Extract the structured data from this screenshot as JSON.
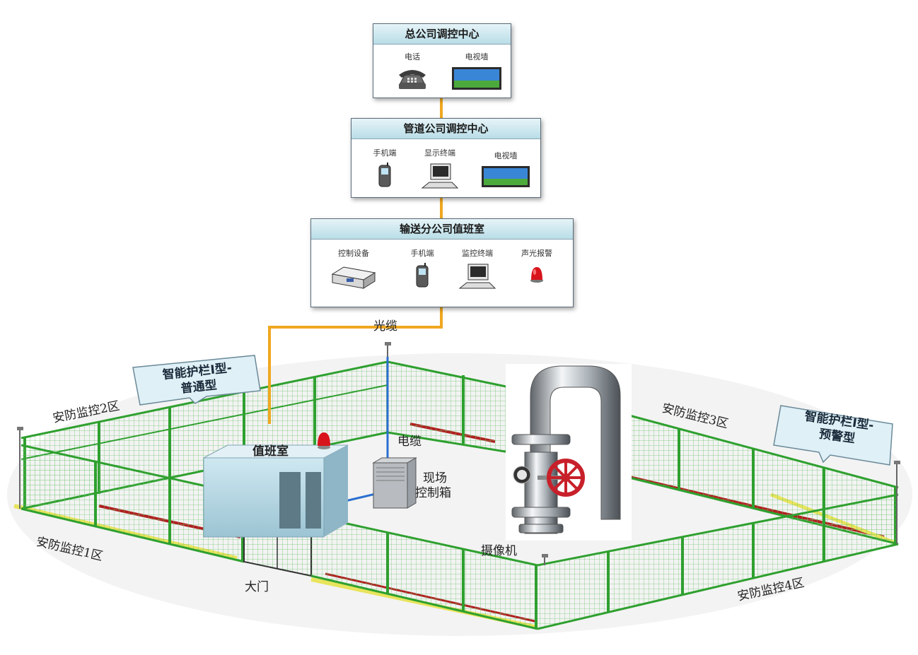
{
  "hq": {
    "title": "总公司调控中心",
    "phone": "电话",
    "tv": "电视墙"
  },
  "pipeline": {
    "title": "管道公司调控中心",
    "mobile": "手机端",
    "display": "显示终端",
    "tv": "电视墙"
  },
  "branch": {
    "title": "输送分公司值班室",
    "control": "控制设备",
    "mobile": "手机端",
    "monitor": "监控终端",
    "alarm": "声光报警"
  },
  "labels": {
    "fiber": "光缆",
    "cable": "电缆",
    "duty_room": "值班室",
    "control_box_line1": "现场",
    "control_box_line2": "控制箱",
    "camera": "摄像机",
    "gate": "大门",
    "zone1": "安防监控1区",
    "zone2": "安防监控2区",
    "zone3": "安防监控3区",
    "zone4": "安防监控4区"
  },
  "callouts": {
    "left_line1": "智能护栏I型-",
    "left_line2": "普通型",
    "right_line1": "智能护栏I型-",
    "right_line2": "预警型"
  },
  "colors": {
    "fence_green": "#2fa02f",
    "fiber_orange": "#f0a820",
    "cable_blue": "#2a6fd0",
    "alarm_red": "#d8141c",
    "title_bar": "#c8e6ee"
  }
}
